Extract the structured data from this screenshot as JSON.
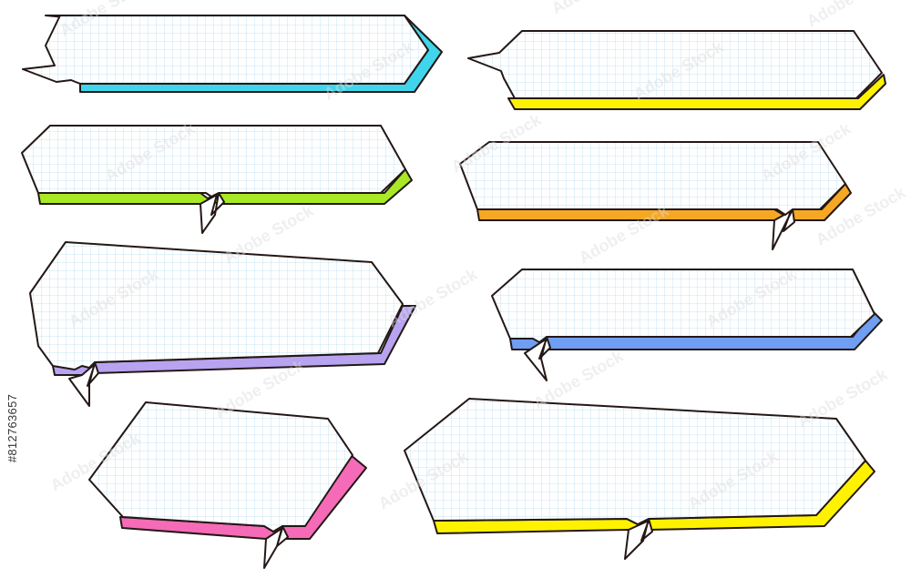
{
  "watermark": {
    "stock_id": "#812763657",
    "brand": "Adobe Stock"
  },
  "colors": {
    "outline": "#231815",
    "grid_line": "#b9dcf0",
    "panel_fill": "#ffffff",
    "watermark": "#dcdcdc"
  },
  "bubbles": [
    {
      "name": "speech-bubble-cyan",
      "accent": "#3fd6ec"
    },
    {
      "name": "speech-bubble-yellow-top",
      "accent": "#fff200"
    },
    {
      "name": "speech-bubble-lime",
      "accent": "#a8e825"
    },
    {
      "name": "speech-bubble-orange",
      "accent": "#f7a823"
    },
    {
      "name": "speech-bubble-purple",
      "accent": "#b8a3f0"
    },
    {
      "name": "speech-bubble-blue",
      "accent": "#6f9ef2"
    },
    {
      "name": "speech-bubble-pink",
      "accent": "#f56bb8"
    },
    {
      "name": "speech-bubble-yellow-bottom",
      "accent": "#fff200"
    }
  ]
}
